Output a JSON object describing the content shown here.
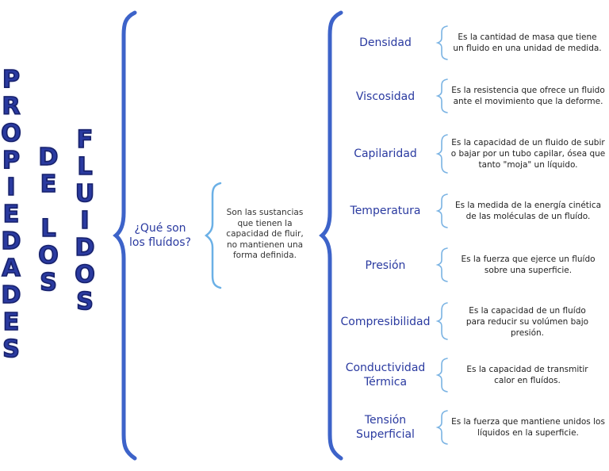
{
  "title": {
    "line1": [
      "P",
      "R",
      "O",
      "P",
      "I",
      "E",
      "D",
      "A",
      "D",
      "E",
      "S"
    ],
    "line2": [
      "D",
      "E",
      "L",
      "O",
      "S"
    ],
    "line3": [
      "F",
      "L",
      "U",
      "I",
      "D",
      "O",
      "S"
    ]
  },
  "question": "¿Qué son los fluídos?",
  "definition": "Son las sustancias que tienen la capacidad de fluir, no mantienen una forma definida.",
  "properties": [
    {
      "term": "Densidad",
      "desc": "Es la cantidad de masa que tiene un fluido en una unidad de medida."
    },
    {
      "term": "Viscosidad",
      "desc": "Es la resistencia que ofrece un fluido ante el movimiento que la deforme."
    },
    {
      "term": "Capilaridad",
      "desc": "Es la capacidad de un fluido de subir o bajar por un tubo capilar, ósea que tanto \"moja\" un líquido."
    },
    {
      "term": "Temperatura",
      "desc": "Es la medida de la energía cinética de las moléculas de un fluído."
    },
    {
      "term": "Presión",
      "desc": "Es la fuerza que ejerce un fluído sobre una superficie."
    },
    {
      "term": "Compresibilidad",
      "desc": "Es la capacidad de un fluído para reducir su volúmen bajo presión."
    },
    {
      "term": "Conductividad Térmica",
      "desc": "Es la capacidad de transmitir calor en fluídos."
    },
    {
      "term": "Tensión Superficial",
      "desc": "Es la fuerza que mantiene unidos los líquidos en la superficie."
    }
  ],
  "colors": {
    "brace_main": "#3d63c9",
    "brace_def": "#6bb0e6",
    "brace_small": "#7ab3e3",
    "text_blue": "#2a3aa0"
  }
}
